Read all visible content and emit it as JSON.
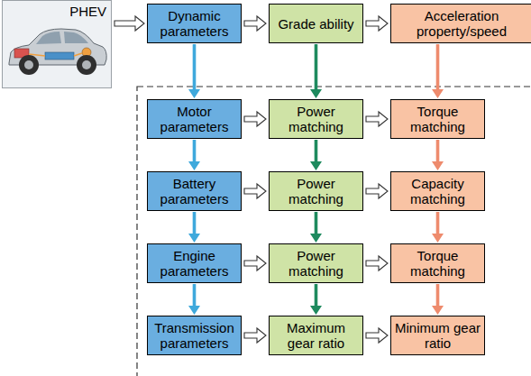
{
  "diagram": {
    "nodes": [
      {
        "text": [
          "PHEV"
        ]
      },
      {
        "text": [
          "Dynamic parameters"
        ]
      },
      {
        "text": [
          "Grade ability"
        ]
      },
      {
        "text": [
          "Acceleration property/speed"
        ]
      },
      {
        "text": [
          "Motor parameters"
        ]
      },
      {
        "text": [
          "Power matching"
        ]
      },
      {
        "text": [
          "Torque matching"
        ]
      },
      {
        "text": [
          "Battery parameters"
        ]
      },
      {
        "text": [
          "Power matching"
        ]
      },
      {
        "text": [
          "Capacity matching"
        ]
      },
      {
        "text": [
          "Engine parameters"
        ]
      },
      {
        "text": [
          "Power matching"
        ]
      },
      {
        "text": [
          "Torque matching"
        ]
      },
      {
        "text": [
          "Transmission parameters"
        ]
      },
      {
        "text": [
          "Maximum gear ratio"
        ]
      },
      {
        "text": [
          "Minimum gear ratio"
        ]
      }
    ],
    "edges": [
      {
        "from": 0,
        "to": 1,
        "arrow": "to"
      },
      {
        "from": 1,
        "to": 2,
        "arrow": "to"
      },
      {
        "from": 2,
        "to": 3,
        "arrow": "to"
      },
      {
        "from": 1,
        "to": 4,
        "arrow": "to"
      },
      {
        "from": 2,
        "to": 5,
        "arrow": "to"
      },
      {
        "from": 3,
        "to": 6,
        "arrow": "to"
      },
      {
        "from": 4,
        "to": 5,
        "arrow": "to"
      },
      {
        "from": 5,
        "to": 6,
        "arrow": "to"
      },
      {
        "from": 4,
        "to": 7,
        "arrow": "to"
      },
      {
        "from": 5,
        "to": 8,
        "arrow": "to"
      },
      {
        "from": 6,
        "to": 9,
        "arrow": "to"
      },
      {
        "from": 7,
        "to": 8,
        "arrow": "to"
      },
      {
        "from": 8,
        "to": 9,
        "arrow": "to"
      },
      {
        "from": 7,
        "to": 10,
        "arrow": "to"
      },
      {
        "from": 8,
        "to": 11,
        "arrow": "to"
      },
      {
        "from": 9,
        "to": 12,
        "arrow": "to"
      },
      {
        "from": 10,
        "to": 11,
        "arrow": "to"
      },
      {
        "from": 11,
        "to": 12,
        "arrow": "to"
      },
      {
        "from": 10,
        "to": 13,
        "arrow": "to"
      },
      {
        "from": 11,
        "to": 14,
        "arrow": "to"
      },
      {
        "from": 12,
        "to": 15,
        "arrow": "to"
      },
      {
        "from": 13,
        "to": 14,
        "arrow": "to"
      },
      {
        "from": 14,
        "to": 15,
        "arrow": "to"
      }
    ]
  }
}
